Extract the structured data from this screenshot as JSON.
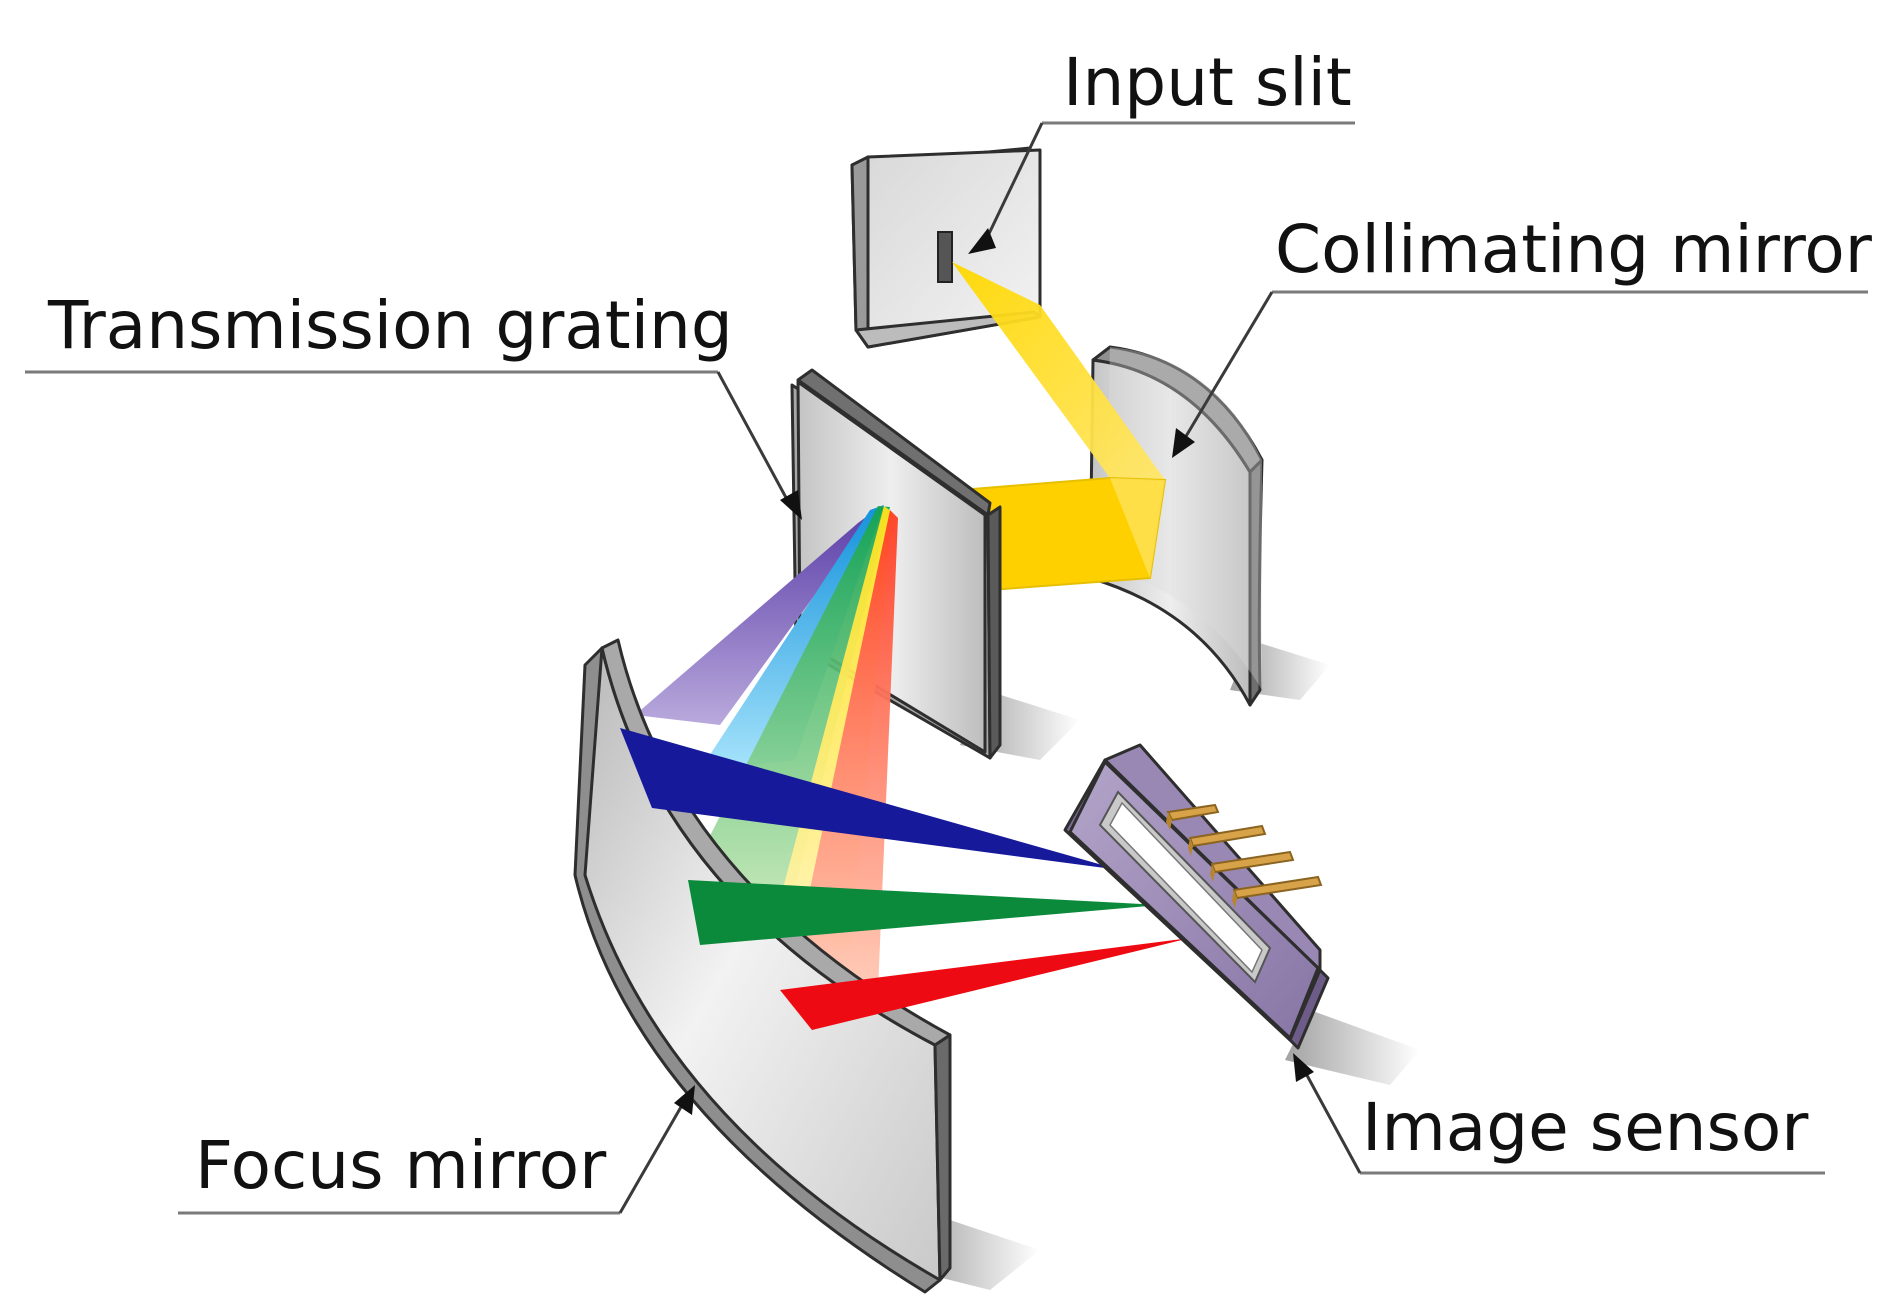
{
  "labels": {
    "input_slit": "Input slit",
    "collimating_mirror": "Collimating mirror",
    "transmission_grating": "Transmission grating",
    "focus_mirror": "Focus mirror",
    "image_sensor": "Image sensor"
  },
  "colors": {
    "beam_yellow": "#ffd400",
    "spectrum_violet": "#6b4fb0",
    "spectrum_blue": "#1f9fe0",
    "spectrum_green": "#13a24a",
    "spectrum_yellow": "#ffe84a",
    "spectrum_red": "#ff5a36",
    "dispersed_blue": "#15199a",
    "dispersed_green": "#0a8a3a",
    "dispersed_red": "#ee0a12",
    "sensor_body": "#9a88b4",
    "sensor_pins": "#d8a348",
    "component_gray": "#d9d9d9"
  }
}
